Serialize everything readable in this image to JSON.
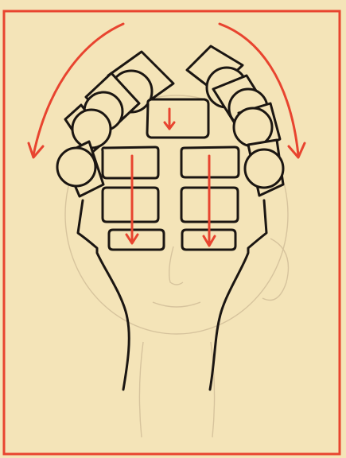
{
  "colors": {
    "paper": "#f4e4b8",
    "frame": "#e8442f",
    "ink": "#1b1612",
    "arrow": "#e8442f",
    "ghost": "#c9b691"
  },
  "illustration": {
    "subject": "roller-setting-pattern",
    "rollers": {
      "center_rectangular_count": 7,
      "side_cylindrical_count": 8
    },
    "arrows": {
      "curved_side_count": 2,
      "vertical_center_count": 3
    }
  }
}
